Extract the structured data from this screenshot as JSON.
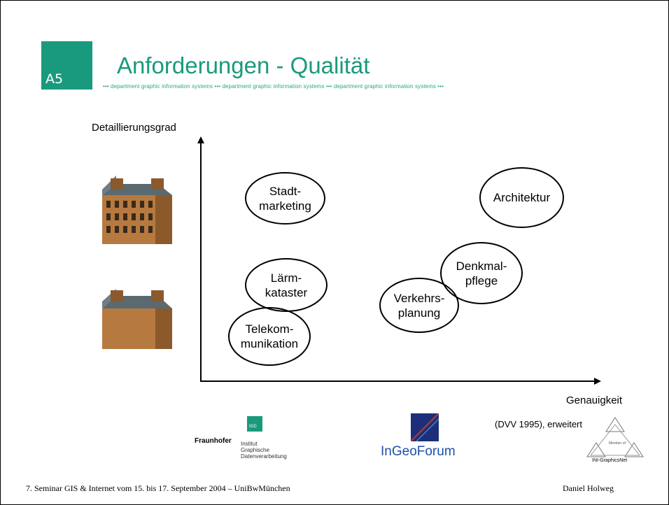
{
  "slide": {
    "badge": "A5",
    "title": "Anforderungen - Qualität",
    "banner": "••• department graphic information systems ••• department graphic information systems ••• department graphic information systems •••"
  },
  "diagram": {
    "y_axis_label": "Detaillierungsgrad",
    "x_axis_label": "Genauigkeit",
    "source_note": "(DVV 1995), erweitert",
    "bubbles": [
      {
        "id": "stadtmarketing",
        "text": "Stadt-\nmarketing"
      },
      {
        "id": "architektur",
        "text": "Architektur"
      },
      {
        "id": "denkmalpflege",
        "text": "Denkmal-\npflege"
      },
      {
        "id": "laermkataster",
        "text": "Lärm-\nkataster"
      },
      {
        "id": "verkehrsplanung",
        "text": "Verkehrs-\nplanung"
      },
      {
        "id": "telekommunikation",
        "text": "Telekom-\nmunikation"
      }
    ]
  },
  "logos": {
    "fraunhofer": {
      "square_text": "IGD",
      "name": "Fraunhofer",
      "institute": [
        "Institut",
        "Graphische",
        "Datenverarbeitung"
      ]
    },
    "ingeo": {
      "name": "InGeoForum"
    },
    "network": {
      "inner": "Member of",
      "name": "INI-GraphicsNet"
    }
  },
  "footer": {
    "left": "7. Seminar GIS & Internet vom 15. bis 17. September 2004 – UniBwMünchen",
    "right": "Daniel Holweg"
  },
  "colors": {
    "accent": "#1a9a7c",
    "ingeo_blue": "#1d2f7a"
  }
}
